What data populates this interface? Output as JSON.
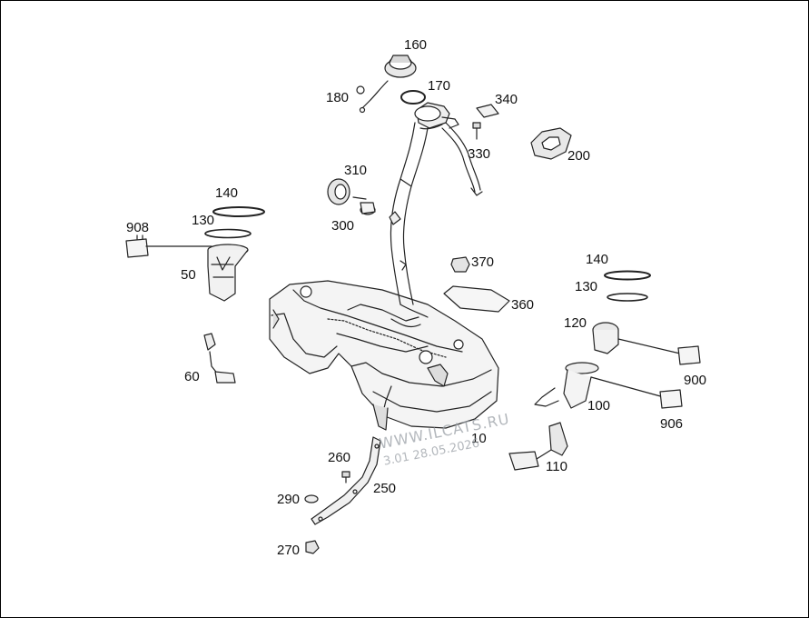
{
  "diagram": {
    "labels": {
      "p160": "160",
      "p170": "170",
      "p180": "180",
      "p340": "340",
      "p330": "330",
      "p200": "200",
      "p310": "310",
      "p300": "300",
      "p140a": "140",
      "p130a": "130",
      "p908": "908",
      "p50": "50",
      "p60": "60",
      "p370": "370",
      "p360": "360",
      "p140b": "140",
      "p130b": "130",
      "p120": "120",
      "p900": "900",
      "p100": "100",
      "p906": "906",
      "p10": "10",
      "p110": "110",
      "p260": "260",
      "p250": "250",
      "p290": "290",
      "p270": "270"
    },
    "watermark": {
      "line1": "WWW.ILCATS.RU",
      "line2": "3.01 28.05.2026"
    }
  }
}
